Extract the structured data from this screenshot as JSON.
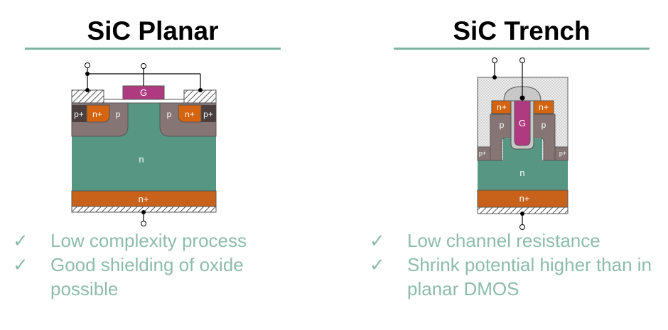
{
  "left": {
    "title": "SiC Planar",
    "labels": {
      "gate": "G",
      "p_plus": "p+",
      "n_plus": "n+",
      "p": "p",
      "n": "n",
      "n_plus_sub": "n+"
    },
    "bullets": [
      "Low complexity process",
      "Good shielding of oxide possible"
    ]
  },
  "right": {
    "title": "SiC Trench",
    "labels": {
      "gate": "G",
      "p_plus": "p+",
      "n_plus": "n+",
      "p": "p",
      "n": "n",
      "n_plus_sub": "n+"
    },
    "bullets": [
      "Low channel resistance",
      "Shrink potential higher than in planar DMOS"
    ]
  },
  "check_glyph": "✓",
  "colors": {
    "accent": "#7fb3a4",
    "bullet_text": "#8dbcab",
    "drift_n": "#569682",
    "substrate_n_plus": "#c8621b",
    "source_n_plus": "#d4640f",
    "body_p": "#857675",
    "p_plus": "#4b3e3f",
    "gate": "#b03a7f",
    "oxide": "#c8c8c8"
  }
}
